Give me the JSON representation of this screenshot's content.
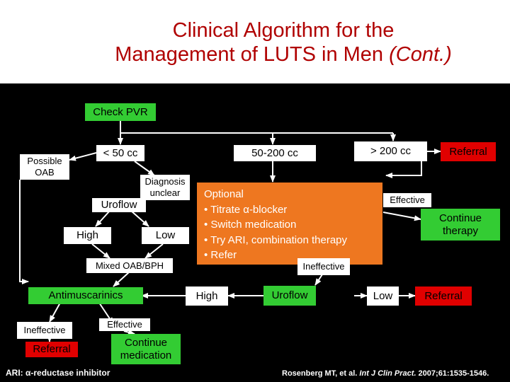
{
  "title": {
    "line1": "Clinical Algorithm for the",
    "line2_main": "Management of LUTS in Men ",
    "line2_italic": "(Cont.)"
  },
  "nodes": {
    "check_pvr": "Check PVR",
    "lt50": "< 50 cc",
    "mid": "50-200 cc",
    "gt200": "> 200 cc",
    "referral_top": "Referral",
    "possible_oab": "Possible OAB",
    "diagnosis_unclear": "Diagnosis unclear",
    "uroflow_left": "Uroflow",
    "high_left": "High",
    "low_left": "Low",
    "mixed_oab": "Mixed OAB/BPH",
    "antimuscarinics": "Antimuscarinics",
    "ineffective_left": "Ineffective",
    "referral_left": "Referral",
    "effective_left": "Effective",
    "continue_med": "Continue medication",
    "optional": {
      "heading": "Optional",
      "items": [
        "• Titrate α-blocker",
        "• Switch medication",
        "• Try ARI, combination therapy",
        "• Refer"
      ]
    },
    "effective_right": "Effective",
    "continue_therapy": "Continue therapy",
    "ineffective_right": "Ineffective",
    "high_right": "High",
    "uroflow_right": "Uroflow",
    "low_right": "Low",
    "referral_right": "Referral"
  },
  "footer": {
    "abbr": "ARI: α-reductase inhibitor",
    "citation_authors": "Rosenberg MT, et al. ",
    "citation_journal": "Int J Clin Pract.",
    "citation_rest": " 2007;61:1535-1546."
  },
  "colors": {
    "title": "#b00000",
    "green_box": "#33cc33",
    "orange_box": "#ee7720",
    "red_box": "#e00000",
    "background": "#000000"
  }
}
